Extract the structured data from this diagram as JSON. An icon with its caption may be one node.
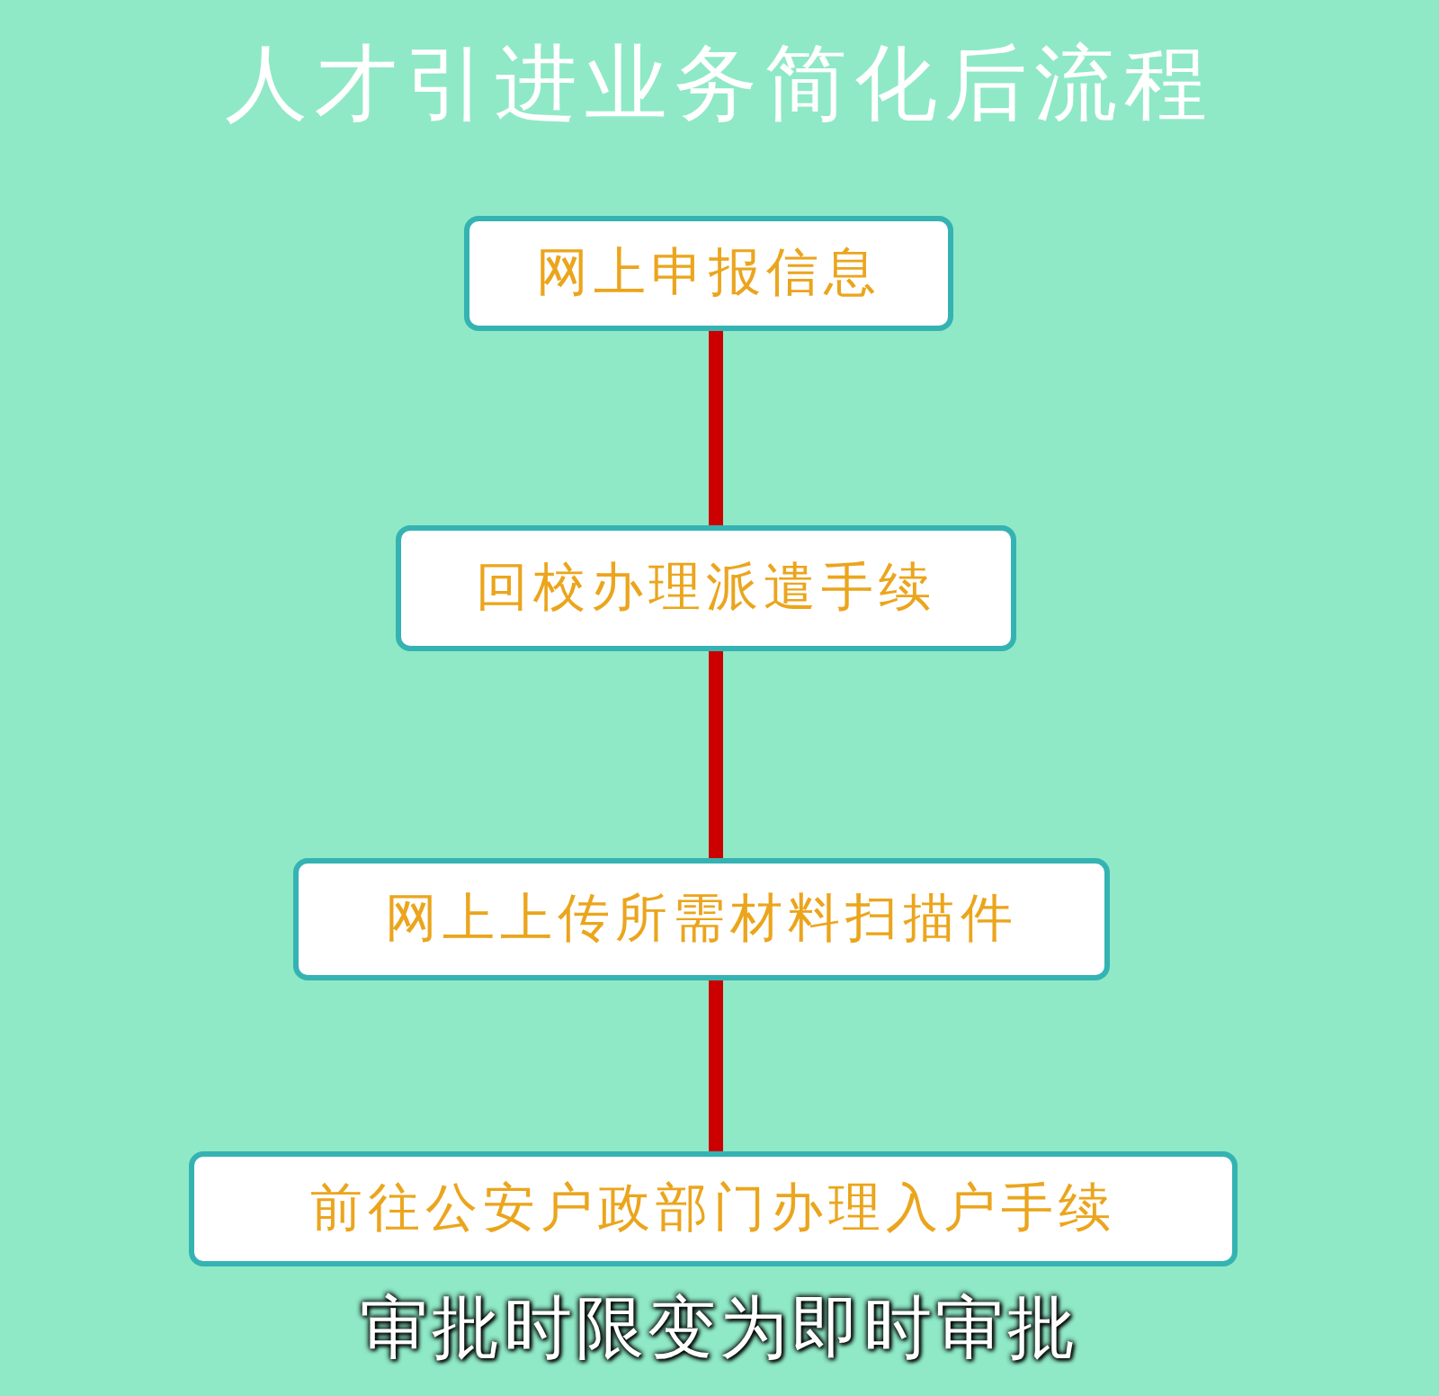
{
  "diagram": {
    "title": "人才引进业务简化后流程",
    "nodes": [
      {
        "text": [
          "网上申报信息"
        ]
      },
      {
        "text": [
          "回校办理派遣手续"
        ]
      },
      {
        "text": [
          "网上上传所需材料扫描件"
        ]
      },
      {
        "text": [
          "前往公安户政部门办理入户手续"
        ]
      }
    ],
    "edges": [
      {
        "from": 0,
        "to": 1,
        "arrow": "none"
      },
      {
        "from": 1,
        "to": 2,
        "arrow": "none"
      },
      {
        "from": 2,
        "to": 3,
        "arrow": "none"
      }
    ],
    "labels": [
      "审批时限变为即时审批"
    ]
  }
}
